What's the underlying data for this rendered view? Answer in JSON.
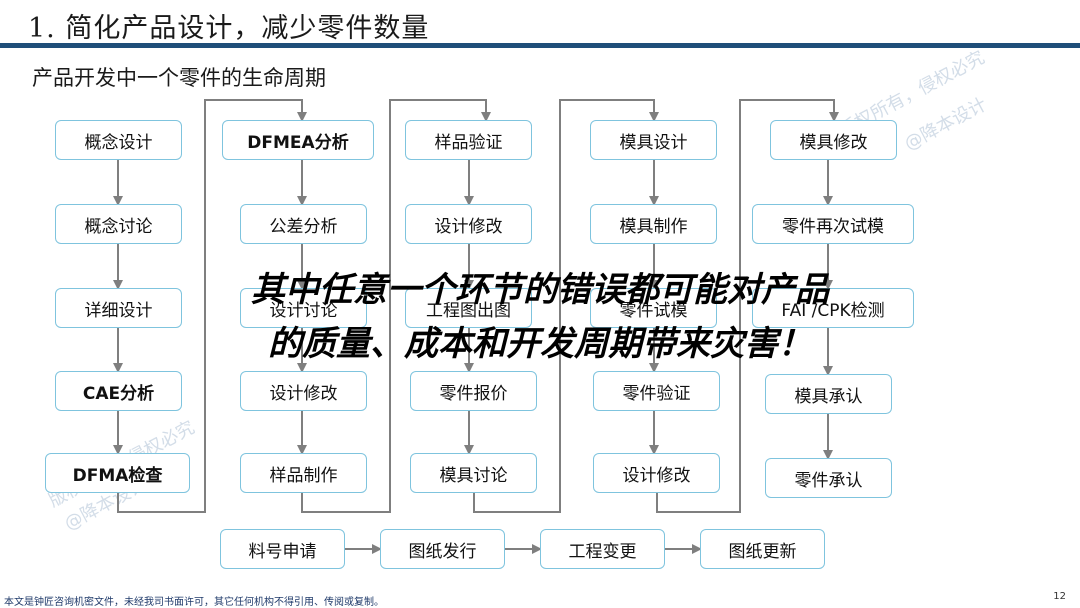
{
  "title": "1. 简化产品设计，减少零件数量",
  "subtitle": "产品开发中一个零件的生命周期",
  "columns": [
    [
      "概念设计",
      "概念讨论",
      "详细设计",
      "CAE分析",
      "DFMA检查"
    ],
    [
      "DFMEA分析",
      "公差分析",
      "设计讨论",
      "设计修改",
      "样品制作"
    ],
    [
      "样品验证",
      "设计修改",
      "工程图出图",
      "零件报价",
      "模具讨论"
    ],
    [
      "模具设计",
      "模具制作",
      "零件试模",
      "零件验证",
      "设计修改"
    ],
    [
      "模具修改",
      "零件再次试模",
      "FAI /CPK检测",
      "模具承认",
      "零件承认"
    ]
  ],
  "bottom_row": [
    "料号申请",
    "图纸发行",
    "工程变更",
    "图纸更新"
  ],
  "overlay": {
    "line1": "其中任意一个环节的错误都可能对产品",
    "line2": "的质量、成本和开发周期带来灾害！"
  },
  "watermarks": [
    "版权所有，侵权必究",
    "@降本设计",
    "版权所有，侵权必究",
    "@降本设计"
  ],
  "footer_text": "本文是钟匠咨询机密文件，未经我司书面许可，其它任何机构不得引用、传阅或复制。",
  "page_number": "12",
  "colors": {
    "accent": "#1f4e79",
    "box_border": "#7fc4de",
    "arrow": "#7f7f7f"
  }
}
